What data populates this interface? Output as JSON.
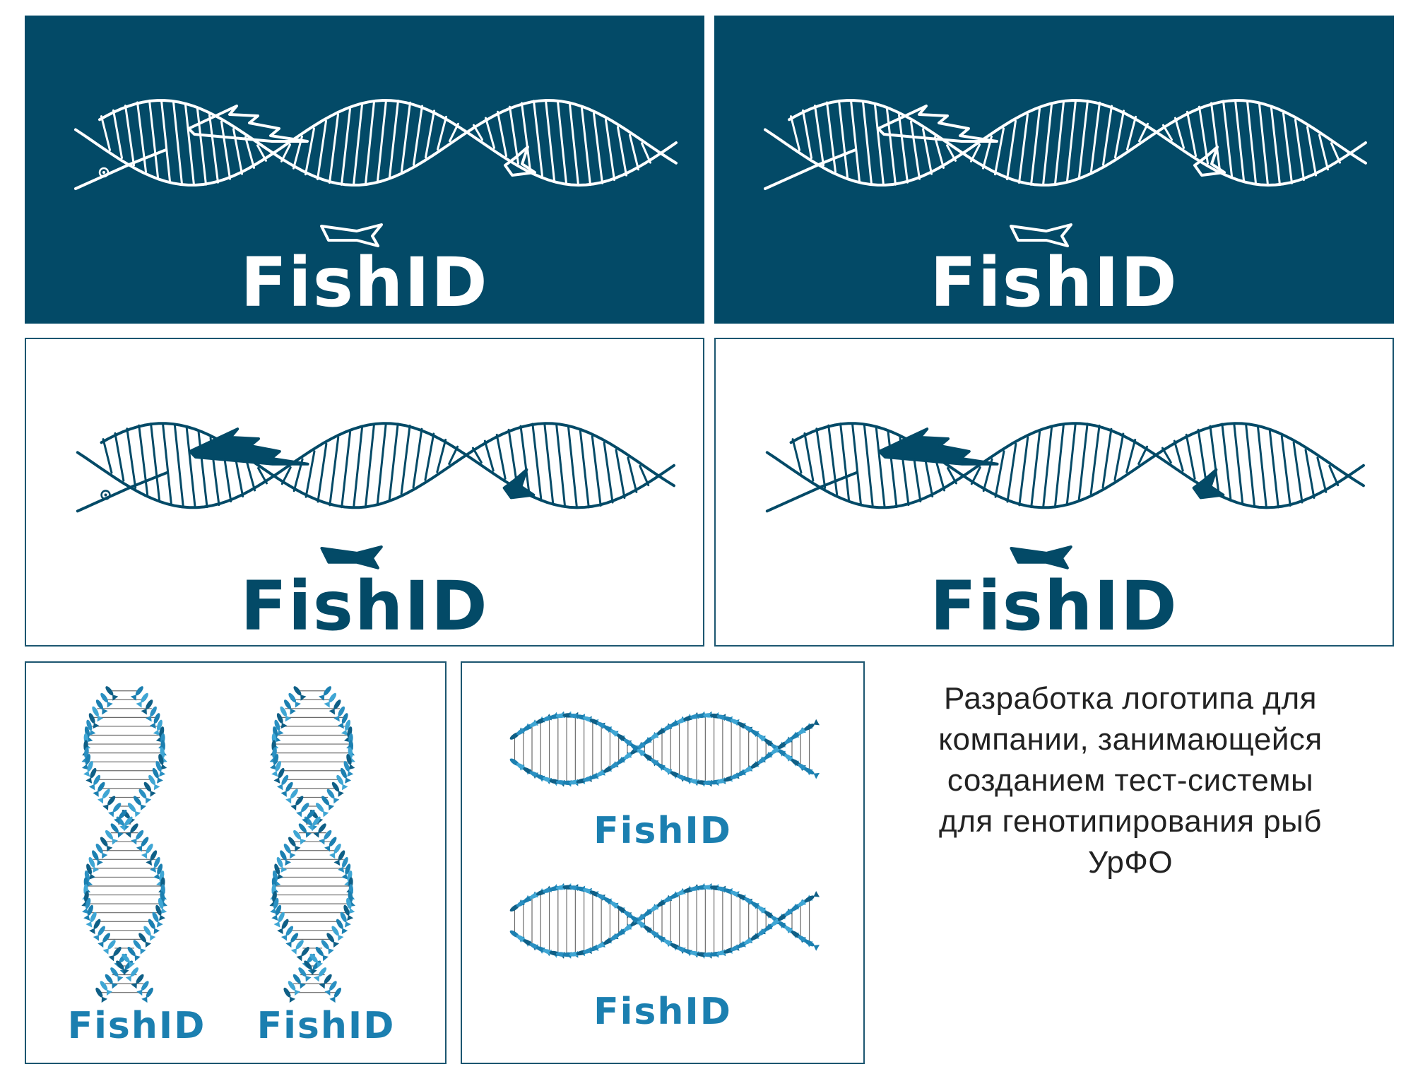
{
  "logo": {
    "wordmark": "FishID"
  },
  "caption": {
    "lines": [
      "Разработка логотипа для",
      "компании, занимающейся",
      "созданием тест-системы",
      "для генотипирования рыб",
      "УрФО"
    ]
  },
  "colors": {
    "brand_dark": "#034a67",
    "brand_mid": "#1c5670",
    "fish_blue": "#1b7fb0",
    "fish_light": "#3fa6d4",
    "white": "#ffffff"
  }
}
